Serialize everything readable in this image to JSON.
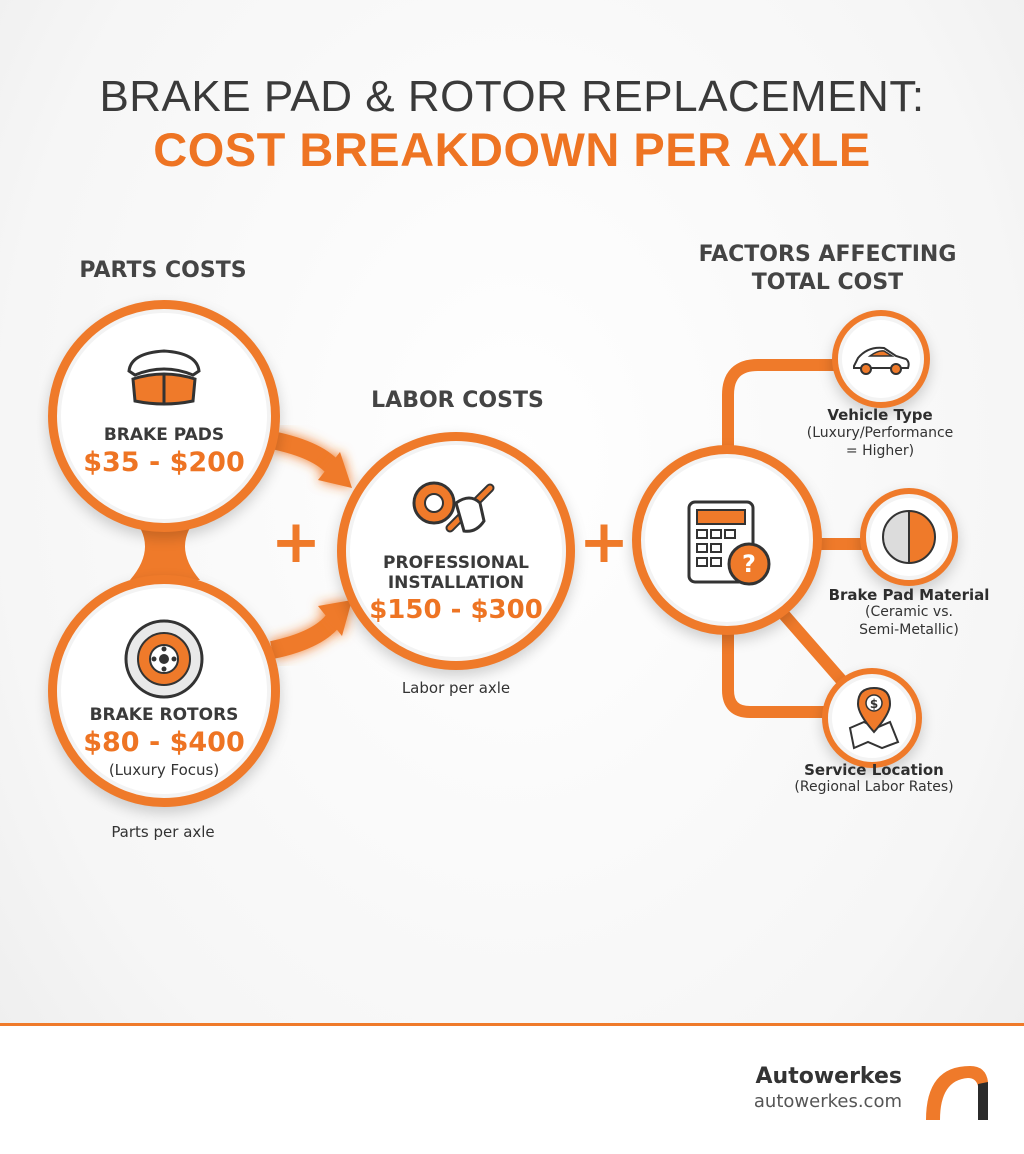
{
  "title": {
    "line1": "BRAKE PAD & ROTOR REPLACEMENT:",
    "line2": "COST BREAKDOWN PER AXLE"
  },
  "parts": {
    "heading": "PARTS COSTS",
    "pads_label": "BRAKE PADS",
    "pads_price": "$35 - $200",
    "rotors_label": "BRAKE ROTORS",
    "rotors_price": "$80 - $400",
    "rotors_note": "(Luxury Focus)",
    "caption": "Parts per axle"
  },
  "labor": {
    "heading": "LABOR COSTS",
    "label_line1": "PROFESSIONAL",
    "label_line2": "INSTALLATION",
    "price": "$150 - $300",
    "caption": "Labor per axle"
  },
  "factors": {
    "heading_line1": "FACTORS AFFECTING",
    "heading_line2": "TOTAL COST",
    "vehicle_title": "Vehicle Type",
    "vehicle_sub1": "(Luxury/Performance",
    "vehicle_sub2": "= Higher)",
    "material_title": "Brake Pad Material",
    "material_sub1": "(Ceramic vs.",
    "material_sub2": "Semi-Metallic)",
    "location_title": "Service Location",
    "location_sub": "(Regional Labor Rates)"
  },
  "operators": {
    "plus": "+"
  },
  "brand": {
    "name": "Autowerkes",
    "url": "autowerkes.com",
    "accent": "#ee7423"
  }
}
